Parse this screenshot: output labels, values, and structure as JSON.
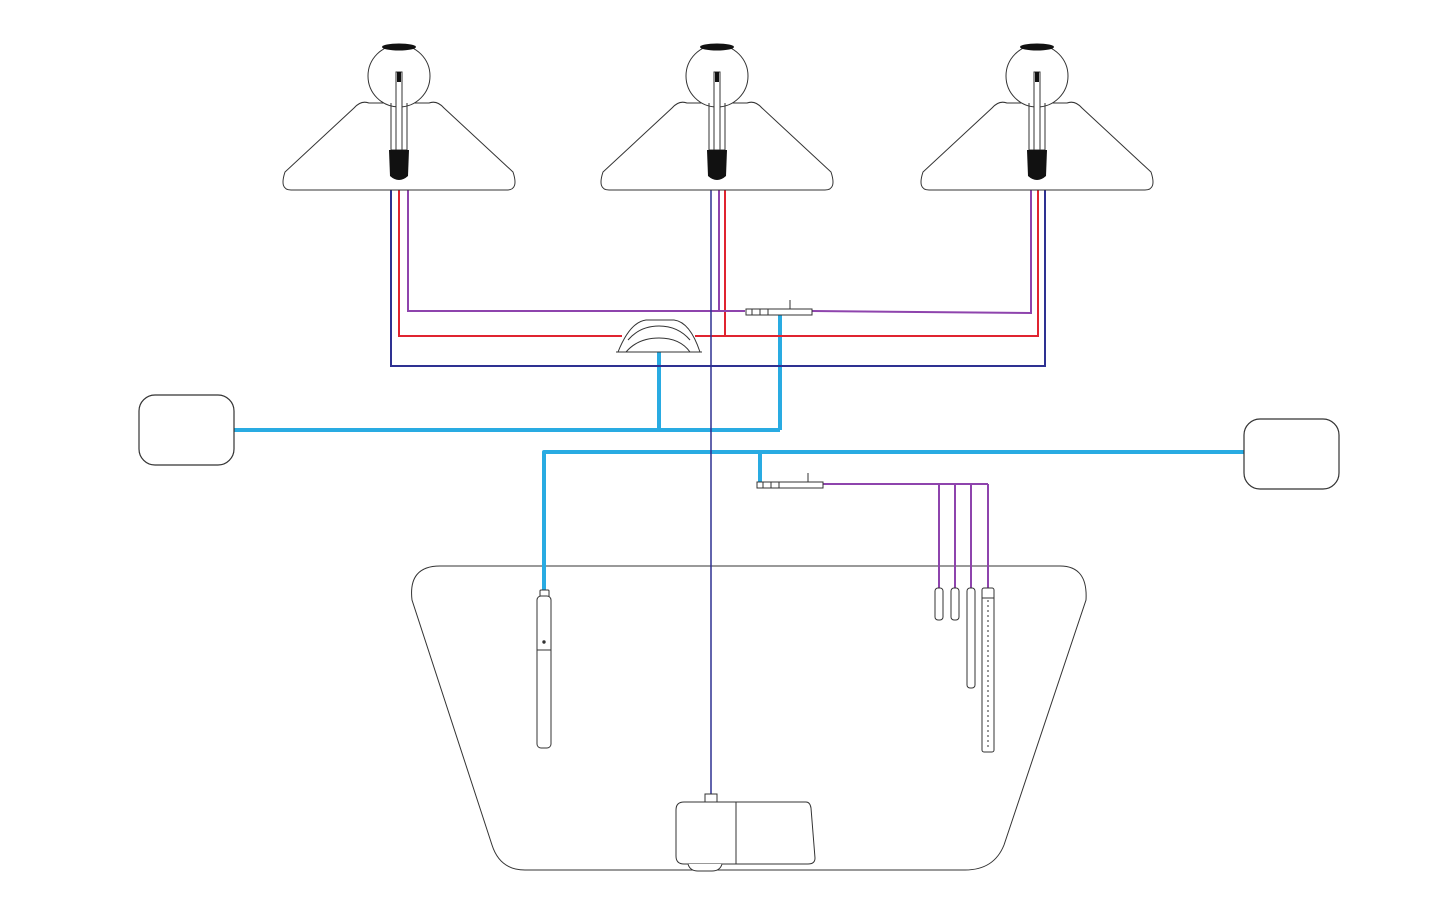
{
  "diagram": {
    "type": "wiring-schematic",
    "labels_shown": false,
    "components": [
      {
        "id": "lamp-left",
        "kind": "pendant-lamp"
      },
      {
        "id": "lamp-center",
        "kind": "pendant-lamp"
      },
      {
        "id": "lamp-right",
        "kind": "pendant-lamp"
      },
      {
        "id": "junction-hub",
        "kind": "dome-junction"
      },
      {
        "id": "terminal-strip-upper",
        "kind": "terminal-strip"
      },
      {
        "id": "terminal-strip-lower",
        "kind": "terminal-strip"
      },
      {
        "id": "box-left",
        "kind": "rounded-box"
      },
      {
        "id": "box-right",
        "kind": "rounded-box"
      },
      {
        "id": "tank",
        "kind": "trapezoid-tank"
      },
      {
        "id": "pump",
        "kind": "pump-unit"
      },
      {
        "id": "probe-left",
        "kind": "heater-probe"
      },
      {
        "id": "sensor-probes",
        "kind": "sensor-probe-group"
      },
      {
        "id": "led-bar",
        "kind": "light-bar"
      }
    ],
    "wire_colors": {
      "cable": "#29abe2",
      "navy": "#2e3192",
      "red": "#e02430",
      "purple": "#8e44ad",
      "outline": "#333333",
      "fill": "#111111"
    }
  }
}
